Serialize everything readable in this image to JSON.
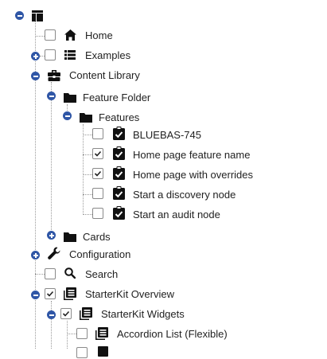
{
  "tree": {
    "expand_icon": "plus-circle-icon",
    "collapse_icon": "minus-circle-icon",
    "toggle_color": "#2f56a6",
    "root": {
      "icon": "layout-icon",
      "expanded": true
    },
    "nodes": {
      "home": {
        "label": "Home",
        "icon": "home-icon",
        "checked": false
      },
      "examples": {
        "label": "Examples",
        "icon": "list-icon",
        "checked": false,
        "expanded": false
      },
      "content_library": {
        "label": "Content Library",
        "icon": "briefcase-icon",
        "expanded": true
      },
      "feature_folder": {
        "label": "Feature Folder",
        "icon": "folder-icon",
        "expanded": true
      },
      "features": {
        "label": "Features",
        "icon": "folder-icon",
        "expanded": true
      },
      "bluebas_745": {
        "label": "BLUEBAS-745",
        "icon": "clipboard-check-icon",
        "checked": false
      },
      "home_page_feature_name": {
        "label": "Home page feature name",
        "icon": "clipboard-check-icon",
        "checked": true
      },
      "home_page_with_overrides": {
        "label": "Home page with overrides",
        "icon": "clipboard-check-icon",
        "checked": true
      },
      "start_discovery_node": {
        "label": "Start a discovery node",
        "icon": "clipboard-check-icon",
        "checked": false
      },
      "start_audit_node": {
        "label": "Start an audit node",
        "icon": "clipboard-check-icon",
        "checked": false
      },
      "cards": {
        "label": "Cards",
        "icon": "folder-icon",
        "expanded": false
      },
      "configuration": {
        "label": "Configuration",
        "icon": "wrench-icon",
        "expanded": false
      },
      "search": {
        "label": "Search",
        "icon": "search-icon",
        "checked": false
      },
      "starterkit_overview": {
        "label": "StarterKit Overview",
        "icon": "layers-icon",
        "checked": true,
        "expanded": true
      },
      "starterkit_widgets": {
        "label": "StarterKit Widgets",
        "icon": "layers-icon",
        "checked": true,
        "expanded": true
      },
      "accordion_list": {
        "label": "Accordion List (Flexible)",
        "icon": "layers-icon",
        "checked": false
      }
    }
  }
}
